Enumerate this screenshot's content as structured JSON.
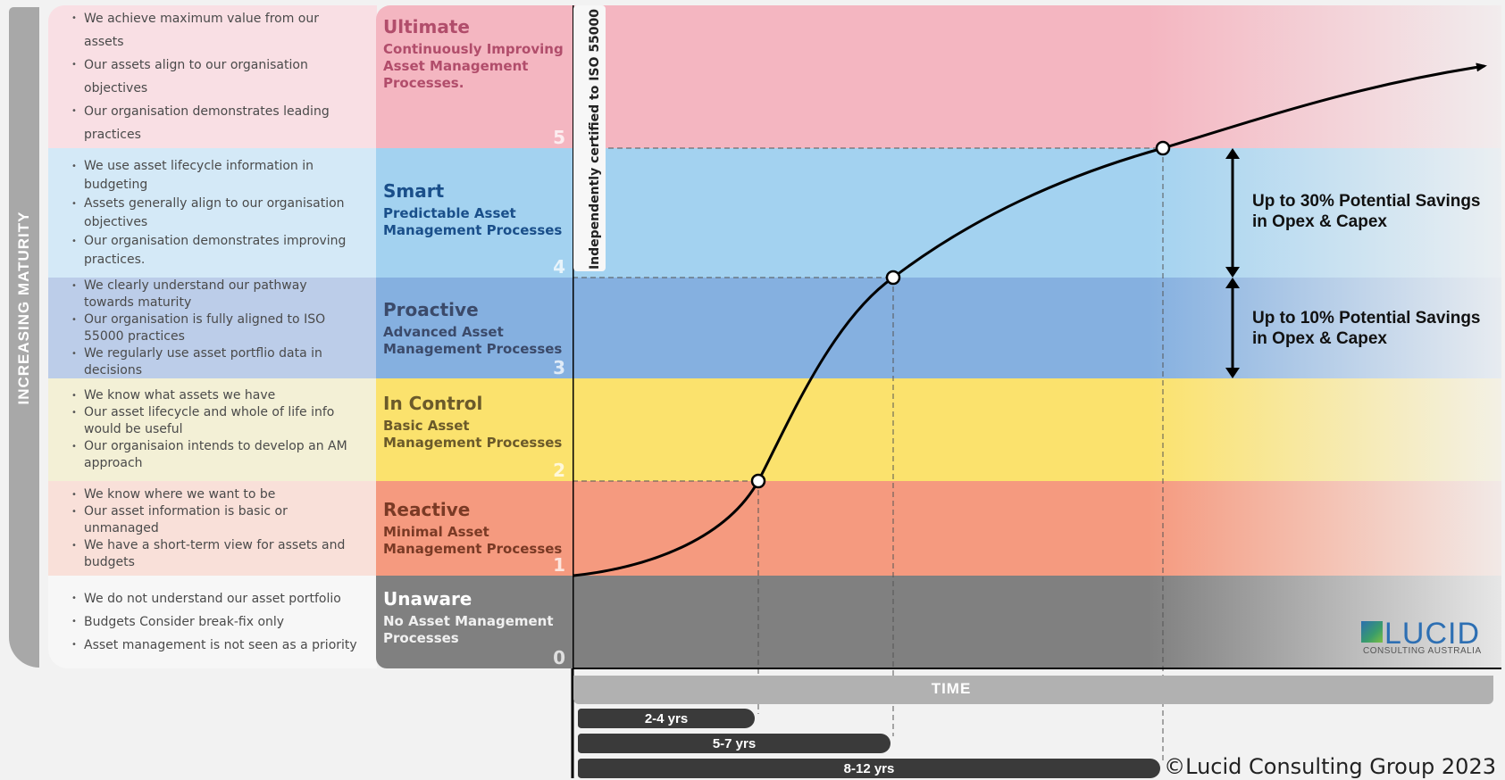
{
  "side_label": "INCREASING MATURITY",
  "colors": {
    "ultimate": "#f4b6c1",
    "smart": "#a3d2f0",
    "proactive": "#85b0e0",
    "in_control": "#fbe26d",
    "reactive": "#f59a7f",
    "unaware": "#808080",
    "curve": "#000000"
  },
  "levels": [
    {
      "number": "5",
      "name": "Ultimate",
      "description": "Continuously Improving Asset Management Processes.",
      "bullets": [
        "We achieve maximum value from our assets",
        "Our assets align to our organisation objectives",
        "Our organisation demonstrates leading practices"
      ]
    },
    {
      "number": "4",
      "name": "Smart",
      "description": "Predictable Asset Management Processes",
      "bullets": [
        "We use asset lifecycle information in budgeting",
        "Assets generally align to our organisation objectives",
        "Our organisation demonstrates improving practices."
      ]
    },
    {
      "number": "3",
      "name": "Proactive",
      "description": "Advanced Asset Management Processes",
      "bullets": [
        "We clearly understand our pathway towards maturity",
        "Our organisation is fully aligned to ISO 55000 practices",
        "We regularly use asset portflio data in decisions"
      ]
    },
    {
      "number": "2",
      "name": "In Control",
      "description": "Basic Asset Management Processes",
      "bullets": [
        "We know what assets we have",
        "Our asset lifecycle and whole of life info would be useful",
        "Our organisaion intends to develop an AM approach"
      ]
    },
    {
      "number": "1",
      "name": "Reactive",
      "description": "Minimal Asset Management Processes",
      "bullets": [
        "We know where we want to be",
        "Our asset information is basic or unmanaged",
        "We have a short-term view for assets and budgets"
      ]
    },
    {
      "number": "0",
      "name": "Unaware",
      "description": "No Asset Management Processes",
      "bullets": [
        "We do not understand our asset portfolio",
        "Budgets Consider break-fix only",
        "Asset management is not seen as a priority"
      ]
    }
  ],
  "certified_label": "Independently certified to ISO 55000",
  "savings": [
    {
      "text": "Up to 30% Potential Savings in Opex & Capex"
    },
    {
      "text": "Up to 10% Potential Savings in Opex & Capex"
    }
  ],
  "time_label": "TIME",
  "durations": [
    {
      "label": "2-4 yrs",
      "reaches_level": 2
    },
    {
      "label": "5-7 yrs",
      "reaches_level": 4
    },
    {
      "label": "8-12 yrs",
      "reaches_level": 5
    }
  ],
  "logo": {
    "word": "LUCID",
    "sub": "CONSULTING AUSTRALIA"
  },
  "copyright": "©Lucid Consulting Group 2023"
}
